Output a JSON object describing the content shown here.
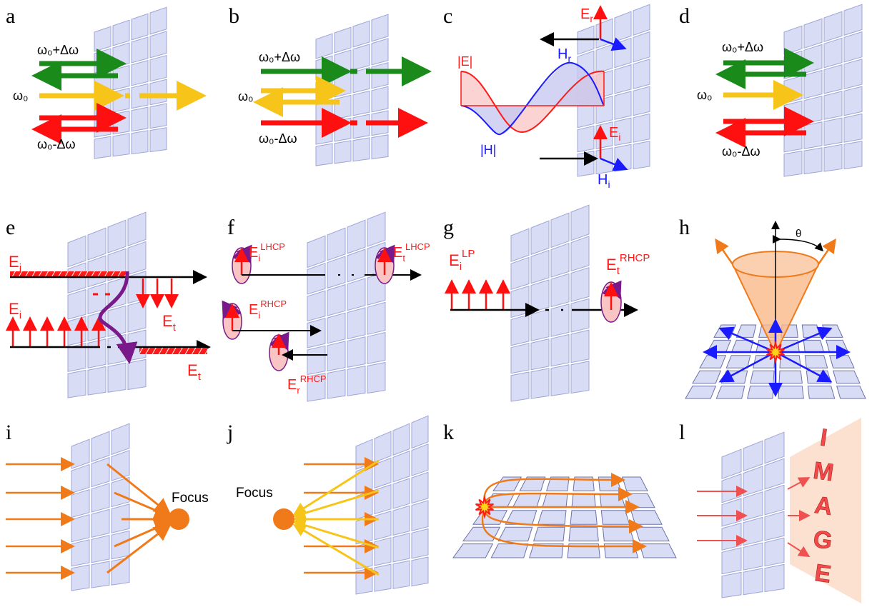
{
  "panels": {
    "a": {
      "label": "a",
      "top": "ω₀+Δω",
      "mid": "ω₀",
      "bot": "ω₀-Δω"
    },
    "b": {
      "label": "b",
      "top": "ω₀+Δω",
      "mid": "ω₀",
      "bot": "ω₀-Δω"
    },
    "c": {
      "label": "c",
      "E_abs": "|E|",
      "H_abs": "|H|",
      "Er": "E",
      "Er_sub": "r",
      "Hr": "H",
      "Hr_sub": "r",
      "Ei": "E",
      "Ei_sub": "i",
      "Hi": "H",
      "Hi_sub": "i"
    },
    "d": {
      "label": "d",
      "top": "ω₀+Δω",
      "mid": "ω₀",
      "bot": "ω₀-Δω"
    },
    "e": {
      "label": "e",
      "E": "E",
      "i": "i",
      "t": "t"
    },
    "f": {
      "label": "f",
      "E": "E",
      "i": "i",
      "t": "t",
      "r": "r",
      "LHCP": "LHCP",
      "RHCP": "RHCP"
    },
    "g": {
      "label": "g",
      "E": "E",
      "i": "i",
      "t": "t",
      "LP": "LP",
      "RHCP": "RHCP"
    },
    "h": {
      "label": "h",
      "theta": "θ"
    },
    "i": {
      "label": "i",
      "focus": "Focus"
    },
    "j": {
      "label": "j",
      "focus": "Focus"
    },
    "k": {
      "label": "k"
    },
    "l": {
      "label": "l",
      "image_letters": [
        "I",
        "M",
        "A",
        "G",
        "E"
      ]
    }
  },
  "colors": {
    "tile": "#d8dcf5",
    "tile_edge": "#9fa6d6",
    "green": "#1a8a1a",
    "yellow": "#f7c51a",
    "red": "#ff1010",
    "orange": "#f07a1a",
    "blue": "#1a1aff",
    "purple": "#7a1a8a"
  }
}
